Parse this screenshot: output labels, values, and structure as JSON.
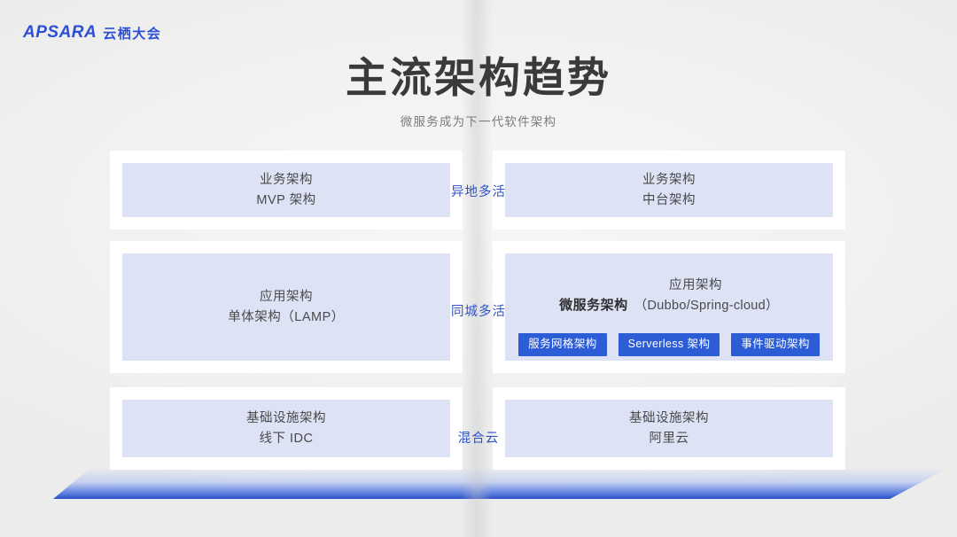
{
  "logo": {
    "brand": "APSARA",
    "brand_cn": "云栖大会",
    "color": "#2d4fd6"
  },
  "header": {
    "title": "主流架构趋势",
    "subtitle": "微服务成为下一代软件架构"
  },
  "theme": {
    "background": "#f1f1f0",
    "card_bg": "#ffffff",
    "panel_bg": "#dde3f5",
    "accent_blue": "#2f52c9",
    "badge_bg": "#2c5cd6",
    "text_dark": "#3a3a3c",
    "text_muted": "#7b7b7e"
  },
  "rows": [
    {
      "id": "business",
      "left": {
        "lines": [
          "业务架构",
          "MVP 架构"
        ]
      },
      "center_label": "异地多活",
      "right": {
        "lines": [
          "业务架构",
          "中台架构"
        ]
      }
    },
    {
      "id": "application",
      "left": {
        "lines": [
          "应用架构",
          "单体架构（LAMP）"
        ]
      },
      "center_label": "同城多活",
      "right": {
        "heading_top": "应用架构",
        "heading_strong": "微服务架构",
        "heading_paren": "（Dubbo/Spring-cloud）",
        "badges": [
          "服务网格架构",
          "Serverless 架构",
          "事件驱动架构"
        ]
      }
    },
    {
      "id": "infrastructure",
      "left": {
        "lines": [
          "基础设施架构",
          "线下 IDC"
        ]
      },
      "center_label": "混合云",
      "right": {
        "lines": [
          "基础设施架构",
          "阿里云"
        ]
      }
    }
  ]
}
